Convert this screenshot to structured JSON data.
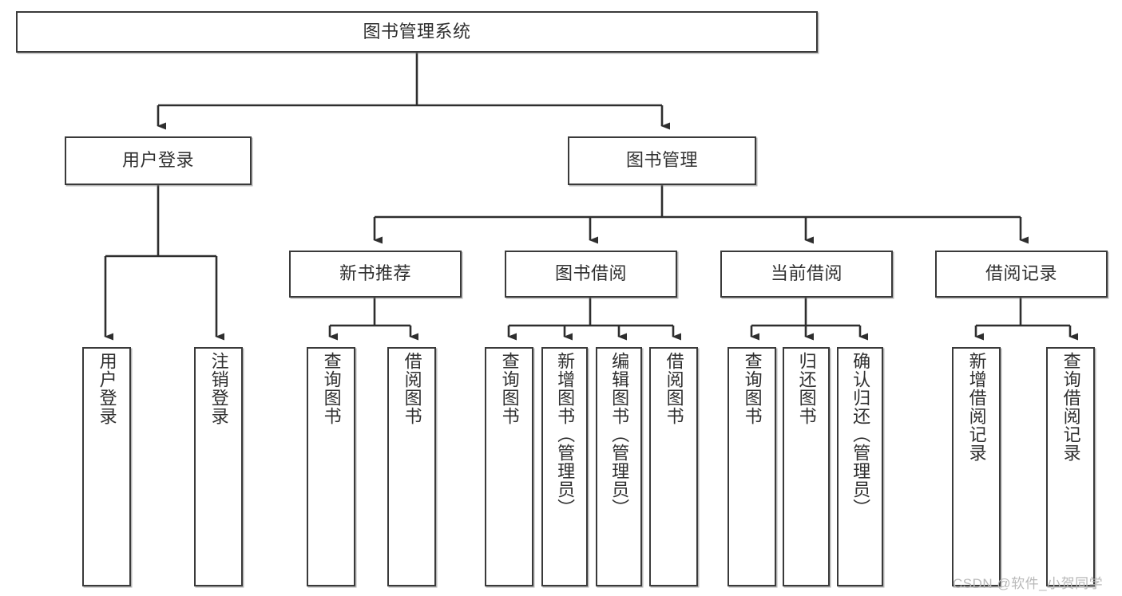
{
  "diagram": {
    "title": "图书管理系统",
    "type": "tree-hierarchy-flowchart",
    "colors": {
      "box_border": "#3a3a3a",
      "box_fill": "#ffffff",
      "edge": "#2e2e2e",
      "text": "#2f2f2f",
      "watermark": "#b9b9b9",
      "background": "#ffffff"
    },
    "root": {
      "label": "图书管理系统"
    },
    "level2": [
      {
        "label": "用户登录"
      },
      {
        "label": "图书管理"
      }
    ],
    "level3": [
      {
        "label": "新书推荐"
      },
      {
        "label": "图书借阅"
      },
      {
        "label": "当前借阅"
      },
      {
        "label": "借阅记录"
      }
    ],
    "leaves": {
      "user_login": [
        {
          "label": "用户登录"
        },
        {
          "label": "注销登录"
        }
      ],
      "new_book_recommend": [
        {
          "label": "查询图书"
        },
        {
          "label": "借阅图书"
        }
      ],
      "book_borrow": [
        {
          "label": "查询图书"
        },
        {
          "label": "新增图书（管理员）"
        },
        {
          "label": "编辑图书（管理员）"
        },
        {
          "label": "借阅图书"
        }
      ],
      "current_borrow": [
        {
          "label": "查询图书"
        },
        {
          "label": "归还图书"
        },
        {
          "label": "确认归还（管理员）"
        }
      ],
      "borrow_record": [
        {
          "label": "新增借阅记录"
        },
        {
          "label": "查询借阅记录"
        }
      ]
    },
    "watermark": "CSDN @软件_小贺同学"
  }
}
